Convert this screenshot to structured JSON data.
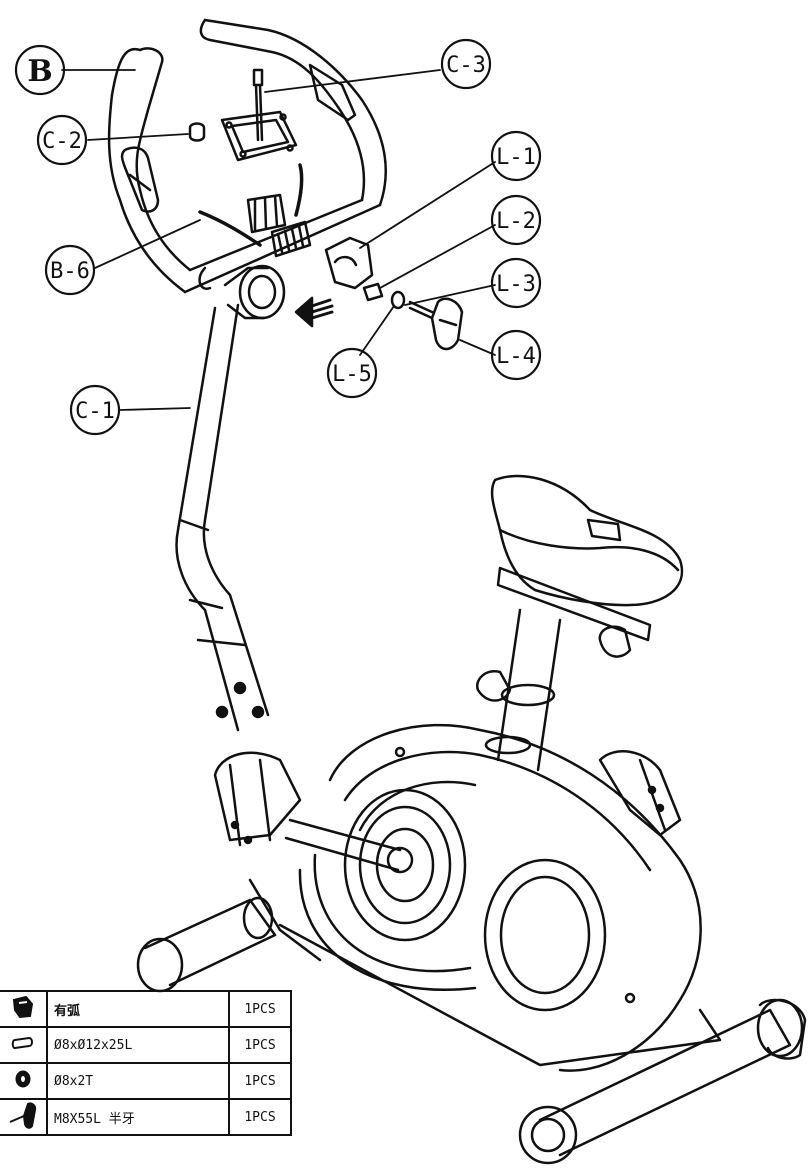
{
  "callouts": [
    {
      "id": "B",
      "label": "B"
    },
    {
      "id": "C-3",
      "label": "C-3"
    },
    {
      "id": "C-2",
      "label": "C-2"
    },
    {
      "id": "L-1",
      "label": "L-1"
    },
    {
      "id": "L-2",
      "label": "L-2"
    },
    {
      "id": "B-6",
      "label": "B-6"
    },
    {
      "id": "L-3",
      "label": "L-3"
    },
    {
      "id": "L-4",
      "label": "L-4"
    },
    {
      "id": "L-5",
      "label": "L-5"
    },
    {
      "id": "C-1",
      "label": "C-1"
    }
  ],
  "parts_table": [
    {
      "icon": "knob-icon",
      "description": "有弧",
      "quantity": "1PCS"
    },
    {
      "icon": "spacer-sleeve-icon",
      "description": "Ø8xØ12x25L",
      "quantity": "1PCS"
    },
    {
      "icon": "washer-icon",
      "description": "Ø8x2T",
      "quantity": "1PCS"
    },
    {
      "icon": "bolt-knob-icon",
      "description": "M8X55L 半牙",
      "quantity": "1PCS"
    }
  ]
}
